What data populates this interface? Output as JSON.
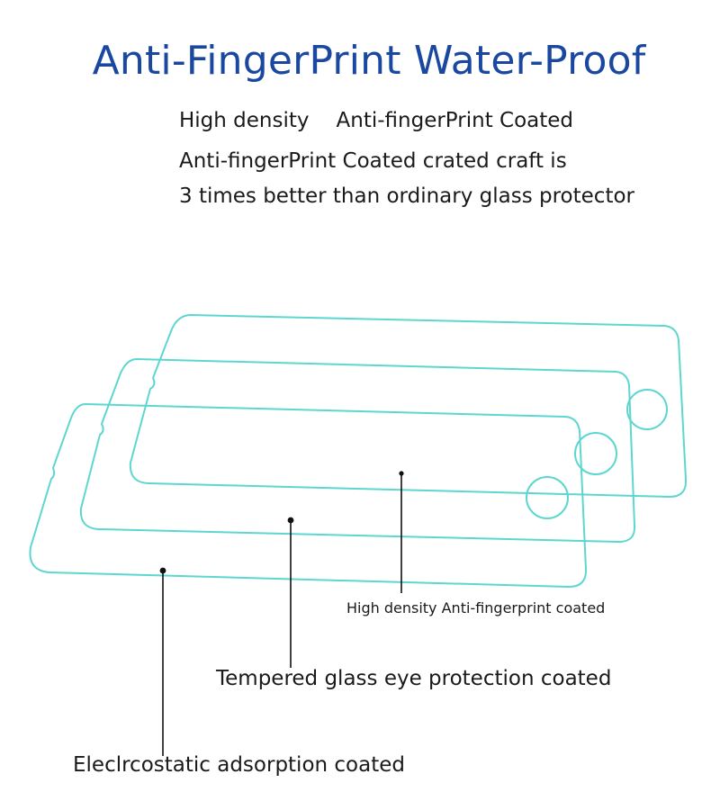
{
  "header": {
    "title": "Anti-FingerPrint Water-Proof",
    "line1_a": "High density",
    "line1_b": "Anti-fingerPrint Coated",
    "line2": "Anti-fingerPrint Coated crated craft is",
    "line3": "3 times better than ordinary glass protector"
  },
  "layers": {
    "top_label": "High density Anti-fingerprint coated",
    "middle_label": "Tempered glass eye protection coated",
    "bottom_label": "Eleclrcostatic adsorption coated"
  },
  "colors": {
    "title": "#1a47a0",
    "glass_outline": "#5ed6d0",
    "text": "#1a1a1a",
    "leader_line": "#111111"
  }
}
